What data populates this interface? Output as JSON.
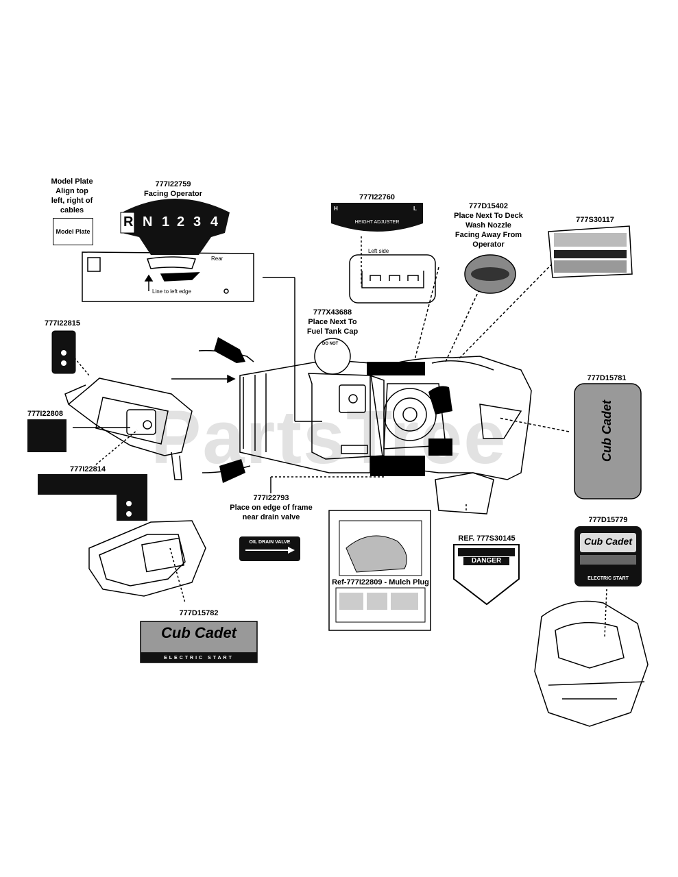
{
  "watermark": "PartsTree",
  "labels": {
    "model_plate": "Model Plate\nAlign top\nleft, right of\ncables",
    "model_plate_box": "Model Plate",
    "p22759": "777I22759\nFacing Operator",
    "gear_R": "R",
    "gear_N": "N",
    "gear_1": "1",
    "gear_2": "2",
    "gear_3": "3",
    "gear_4": "4",
    "rear": "Rear",
    "line_left_edge": "Line to left edge",
    "p22760": "777I22760",
    "height_adjuster": "HEIGHT ADJUSTER",
    "h_mark": "H",
    "l_mark": "L",
    "left_side": "Left side",
    "d15402": "777D15402\nPlace Next To Deck\nWash Nozzle\nFacing Away From\nOperator",
    "s30117": "777S30117",
    "x43688": "777X43688\nPlace Next To\nFuel Tank Cap",
    "do_not": "DO NOT",
    "p22815": "777I22815",
    "p22808": "777I22808",
    "p22814": "777I22814",
    "d15781": "777D15781",
    "cub_cadet": "Cub Cadet",
    "p22793": "777I22793\nPlace on edge of frame\nnear drain valve",
    "oil_drain": "OIL DRAIN VALVE",
    "ref_mulch": "Ref-777I22809 - Mulch Plug",
    "ref_s30145": "REF. 777S30145",
    "danger": "DANGER",
    "d15779": "777D15779",
    "electric_start_big": "ELECTRIC START",
    "d15782": "777D15782",
    "electric_start": "ELECTRIC START"
  }
}
